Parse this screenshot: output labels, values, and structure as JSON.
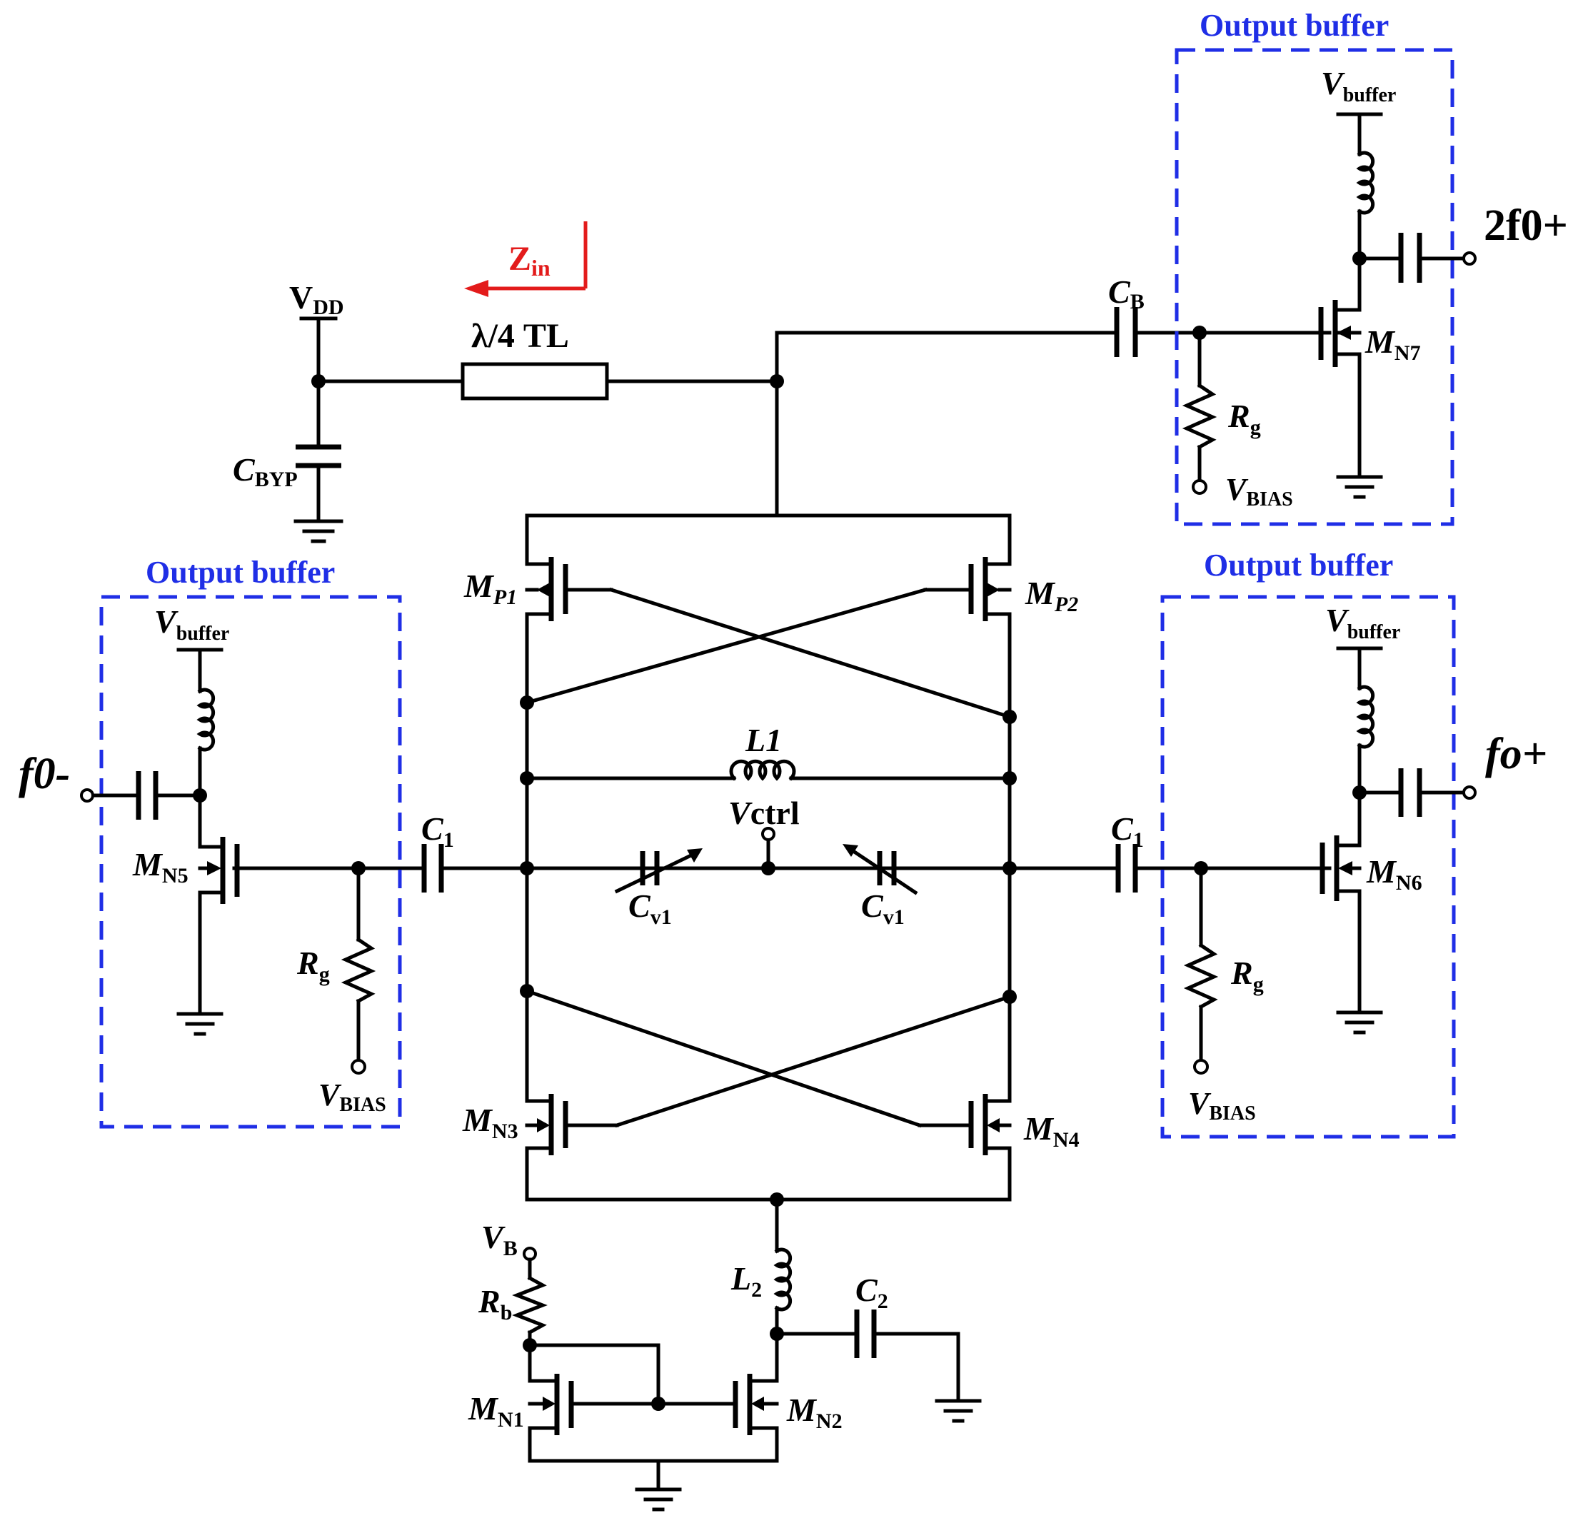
{
  "labels": {
    "vdd": {
      "main": "V",
      "sub": "DD"
    },
    "cbyp": {
      "main": "C",
      "sub": "BYP"
    },
    "tl": "λ/4 TL",
    "zin": {
      "main": "Z",
      "sub": "in"
    },
    "cb": {
      "main": "C",
      "sub": "B"
    },
    "mn7": {
      "main": "M",
      "sub": "N7"
    },
    "rg": {
      "main": "R",
      "sub": "g"
    },
    "vbias": {
      "main": "V",
      "sub": "BIAS"
    },
    "vbuffer": {
      "main": "V",
      "sub": "buffer"
    },
    "out2f0": "2f0+",
    "out_f0_minus": "f0-",
    "out_f0_plus": "fo+",
    "mp1": {
      "main": "M",
      "sub": "P1"
    },
    "mp2": {
      "main": "M",
      "sub": "P2"
    },
    "l1": "L1",
    "vctrl": {
      "main": "V",
      "rest": "ctrl"
    },
    "c1": {
      "main": "C",
      "sub": "1"
    },
    "cv1": {
      "main": "C",
      "sub": "v1"
    },
    "mn5": {
      "main": "M",
      "sub": "N5"
    },
    "mn6": {
      "main": "M",
      "sub": "N6"
    },
    "mn3": {
      "main": "M",
      "sub": "N3"
    },
    "mn4": {
      "main": "M",
      "sub": "N4"
    },
    "vb": {
      "main": "V",
      "sub": "B"
    },
    "rb": {
      "main": "R",
      "sub": "b"
    },
    "l2": {
      "main": "L",
      "sub": "2"
    },
    "c2": {
      "main": "C",
      "sub": "2"
    },
    "mn1": {
      "main": "M",
      "sub": "N1"
    },
    "mn2": {
      "main": "M",
      "sub": "N2"
    }
  },
  "buffers": {
    "top_right": "Output buffer",
    "left": "Output buffer",
    "right": "Output buffer"
  },
  "colors": {
    "buffer_box": "#1f2ee6",
    "zin_arrow": "#e31b1b",
    "wire": "#000000"
  }
}
